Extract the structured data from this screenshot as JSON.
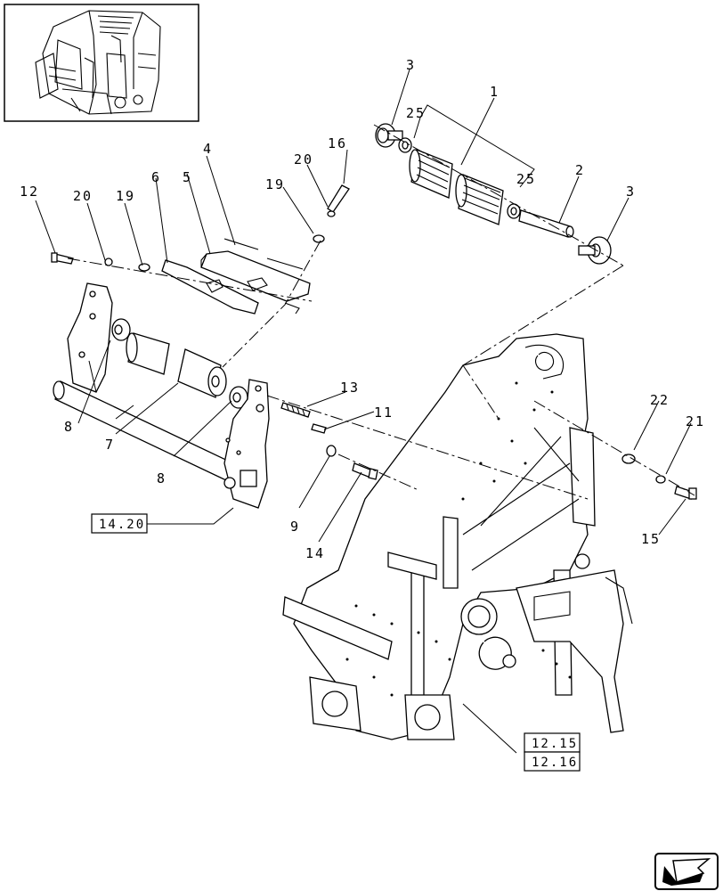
{
  "callouts": {
    "c1": "1",
    "c2": "2",
    "c3a": "3",
    "c3b": "3",
    "c4": "4",
    "c5": "5",
    "c6": "6",
    "c7": "7",
    "c8a": "8",
    "c8b": "8",
    "c9": "9",
    "c11": "11",
    "c12": "12",
    "c13": "13",
    "c14": "14",
    "c15": "15",
    "c16": "16",
    "c19a": "19",
    "c19b": "19",
    "c20a": "20",
    "c20b": "20",
    "c21": "21",
    "c22": "22",
    "c25a": "25",
    "c25b": "25"
  },
  "refs": {
    "r1420": "14.20",
    "r1215": "12.15",
    "r1216": "12.16"
  },
  "icons": {
    "thumbnail": "baler-overview-thumbnail",
    "nav": "next-page-arrow-icon"
  }
}
